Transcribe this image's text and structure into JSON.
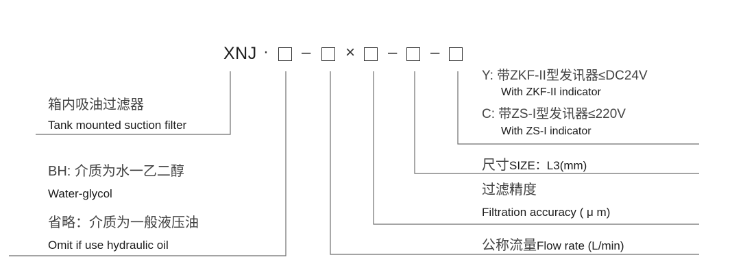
{
  "model_code": {
    "prefix": "XNJ",
    "dot": "·",
    "separators": [
      "–",
      "×",
      "–",
      "–"
    ],
    "placeholder_boxes": 5
  },
  "left_labels": {
    "product": {
      "cn": "箱内吸油过滤器",
      "en": "Tank mounted suction filter"
    },
    "medium": {
      "bh_cn": "BH: 介质为水一乙二醇",
      "bh_en": "Water-glycol",
      "omit_cn": "省略：介质为一般液压油",
      "omit_en": "Omit if use hydraulic oil"
    }
  },
  "right_labels": {
    "indicator": {
      "y_cn": "Y: 带ZKF-II型发讯器≤DC24V",
      "y_en": "With ZKF-II indicator",
      "c_cn": "C: 带ZS-I型发讯器≤220V",
      "c_en": "With ZS-I indicator"
    },
    "size": {
      "cn": "尺寸",
      "en": "SIZE：L3(mm)"
    },
    "accuracy": {
      "cn": "过滤精度",
      "en": "Filtration accuracy ( μ m)"
    },
    "flow": {
      "cn": "公称流量",
      "en": "Flow rate (L/min)"
    }
  },
  "colors": {
    "line": "#6e6e6e",
    "text": "#222222"
  }
}
